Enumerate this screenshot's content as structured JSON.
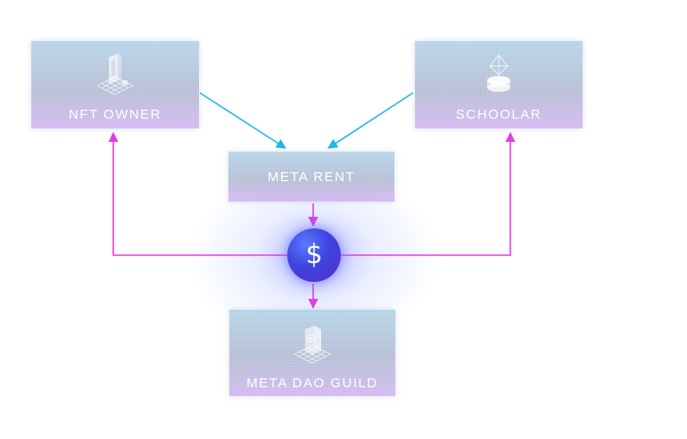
{
  "nodes": {
    "nft_owner": {
      "label": "NFT OWNER",
      "icon": "nft-tower-icon"
    },
    "schoolar": {
      "label": "SCHOOLAR",
      "icon": "crystal-pedestal-icon"
    },
    "meta_rent": {
      "label": "META RENT"
    },
    "meta_dao_guild": {
      "label": "META DAO GUILD",
      "icon": "guild-box-icon"
    }
  },
  "hub": {
    "symbol": "$",
    "icon": "dollar-coin-icon"
  },
  "colors": {
    "inbound_arrow": "#22b6e8",
    "payout_arrow": "#e23ee0",
    "coin_primary": "#3c44e0",
    "coin_secondary": "#5a2bc8",
    "card_top": "#aacde4",
    "card_bottom": "#ceb2f0"
  }
}
